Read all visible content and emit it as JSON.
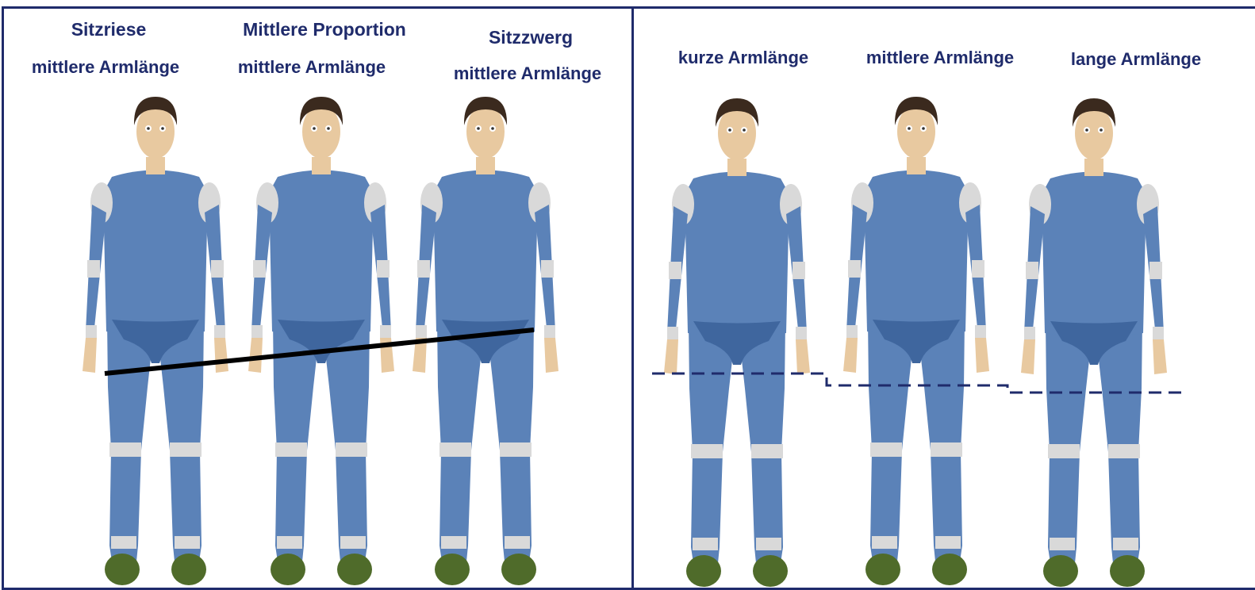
{
  "left_panel": {
    "figures": [
      {
        "title": "Sitzriese",
        "subtitle": "mittlere Armlänge"
      },
      {
        "title": "Mittlere Proportion",
        "subtitle": "mittlere Armlänge"
      },
      {
        "title": "Sitzzwerg",
        "subtitle": "mittlere Armlänge"
      }
    ]
  },
  "right_panel": {
    "figures": [
      {
        "title": "kurze Armlänge"
      },
      {
        "title": "mittlere Armlänge"
      },
      {
        "title": "lange Armlänge"
      }
    ]
  },
  "colors": {
    "frame": "#1f2b6b",
    "label": "#1f2b6b",
    "suit": "#5b82b8",
    "suit_dark": "#3f669e",
    "joint": "#d9d9d9",
    "skin": "#e8c9a0",
    "hair": "#3b2a1e",
    "shoe": "#4f6b2a",
    "reference_line": "#000000",
    "dashed_line": "#1f2b6b"
  }
}
